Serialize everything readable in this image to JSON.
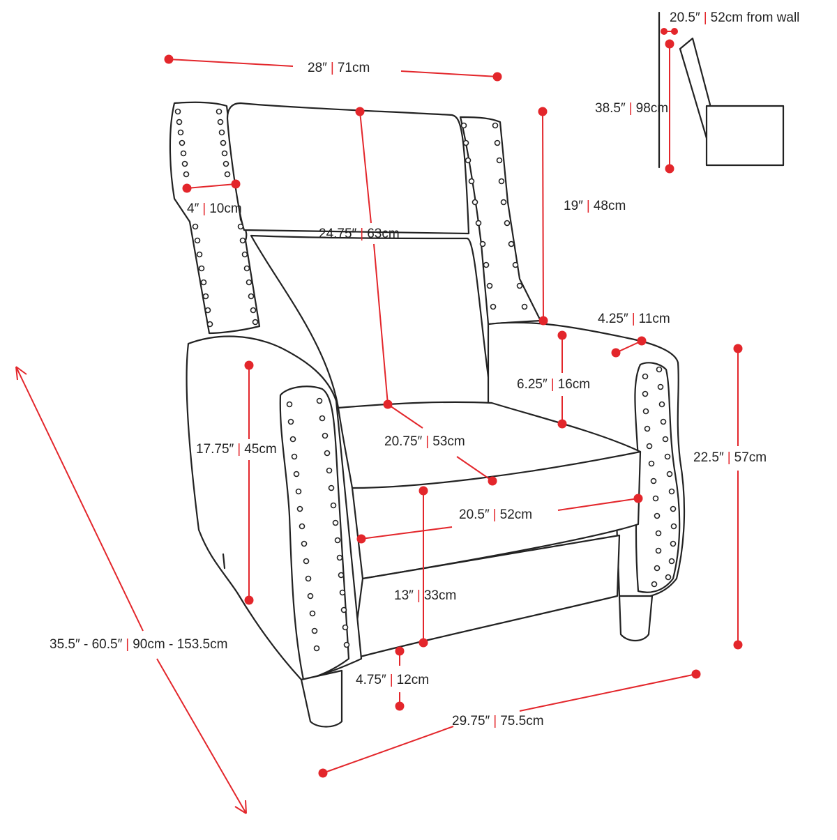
{
  "colors": {
    "accent": "#e3262b",
    "line": "#222222",
    "background": "#ffffff"
  },
  "dimensions": {
    "overall_width": {
      "imperial": "28″",
      "metric": "71cm"
    },
    "back_height": {
      "imperial": "24.75″",
      "metric": "63cm"
    },
    "wing_width": {
      "imperial": "4″",
      "metric": "10cm"
    },
    "arm_to_top": {
      "imperial": "19″",
      "metric": "48cm"
    },
    "arm_width": {
      "imperial": "4.25″",
      "metric": "11cm"
    },
    "arm_above_seat": {
      "imperial": "6.25″",
      "metric": "16cm"
    },
    "arm_height": {
      "imperial": "17.75″",
      "metric": "45cm"
    },
    "seat_depth": {
      "imperial": "20.75″",
      "metric": "53cm"
    },
    "seat_width": {
      "imperial": "20.5″",
      "metric": "52cm"
    },
    "seat_height": {
      "imperial": "13″",
      "metric": "33cm"
    },
    "leg_height": {
      "imperial": "4.75″",
      "metric": "12cm"
    },
    "overall_depth": {
      "imperial": "29.75″",
      "metric": "75.5cm"
    },
    "depth_range": {
      "imperial": "35.5″ - 60.5″",
      "metric": "90cm - 153.5cm"
    },
    "arm_height_total": {
      "imperial": "22.5″",
      "metric": "57cm"
    },
    "wall_clearance": {
      "imperial": "20.5″",
      "metric": "52cm from wall"
    },
    "total_height": {
      "imperial": "38.5″",
      "metric": "98cm"
    }
  }
}
